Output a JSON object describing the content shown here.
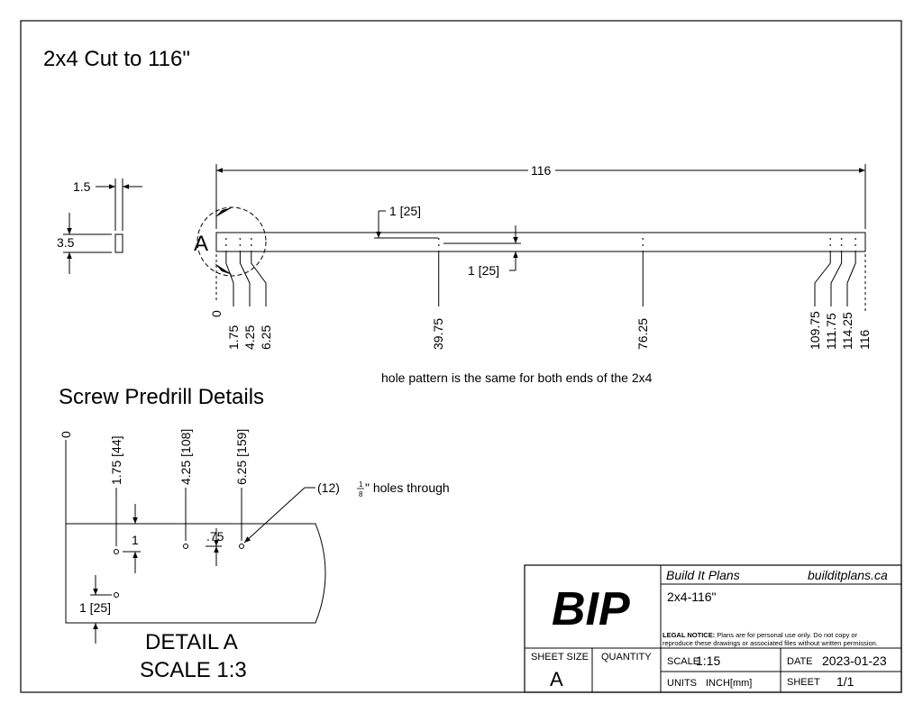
{
  "drawing": {
    "title": "2x4 Cut to 116\"",
    "overall_length": "116",
    "end_view": {
      "width": "1.5",
      "height": "3.5"
    },
    "detail_marker": "A",
    "edge_offset_top": "1 [25]",
    "edge_offset_bottom": "1 [25]",
    "hole_positions": [
      "0",
      "1.75",
      "4.25",
      "6.25",
      "39.75",
      "76.25",
      "109.75",
      "111.75",
      "114.25",
      "116"
    ],
    "note": "hole pattern is the same for both ends of the 2x4"
  },
  "detail": {
    "heading": "Screw Predrill Details",
    "origin": "0",
    "dims": [
      "1.75 [44]",
      "4.25 [108]",
      "6.25 [159]"
    ],
    "hole_callout_qty": "(12)",
    "hole_callout_frac_num": "1",
    "hole_callout_frac_den": "8",
    "hole_callout_rest": "\" holes through",
    "spacing_vertical": "1",
    "spacing_horizontal": ".75",
    "edge_offset": "1 [25]",
    "label": "DETAIL A",
    "scale": "SCALE 1:3"
  },
  "title_block": {
    "logo": "BIP",
    "company": "Build It Plans",
    "website": "builditplans.ca",
    "part_name": "2x4-116\"",
    "legal_label": "LEGAL NOTICE:",
    "legal_line1": " Plans are for personal use only. Do not copy or",
    "legal_line2": "reproduce these drawings or associated files without written permission.",
    "sheet_size_label": "SHEET SIZE",
    "sheet_size": "A",
    "quantity_label": "QUANTITY",
    "scale_label": "SCALE",
    "scale": "1:15",
    "date_label": "DATE",
    "date": "2023-01-23",
    "units_label": "UNITS",
    "units": "INCH[mm]",
    "sheet_label": "SHEET",
    "sheet": "1/1"
  }
}
